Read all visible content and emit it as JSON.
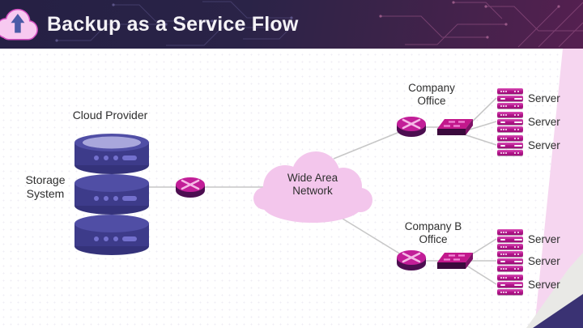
{
  "header": {
    "title": "Backup as a Service Flow",
    "icon": "cloud-upload-icon",
    "bg_left_color": "#252044",
    "bg_right_color": "#552050",
    "title_color": "#f4f2f6"
  },
  "diagram": {
    "cloud_provider_label": "Cloud Provider",
    "storage_label": "Storage System",
    "wan_label": "Wide Area Network",
    "offices": [
      {
        "name": "Company Office",
        "servers": [
          "Server",
          "Server",
          "Server"
        ]
      },
      {
        "name": "Company B Office",
        "servers": [
          "Server",
          "Server",
          "Server"
        ]
      }
    ],
    "icons": {
      "storage": "database-stack-icon",
      "router": "router-icon",
      "switch": "switch-icon",
      "server": "server-rack-icon",
      "wan": "cloud-shape"
    },
    "colors": {
      "magenta": "#c2188c",
      "indigo": "#3d3b8a",
      "wan_pink": "#f3c6ec",
      "line_gray": "#c7c7c7",
      "accent_band_pink": "#f6d6f0",
      "corner_navy": "#3a3273"
    }
  }
}
